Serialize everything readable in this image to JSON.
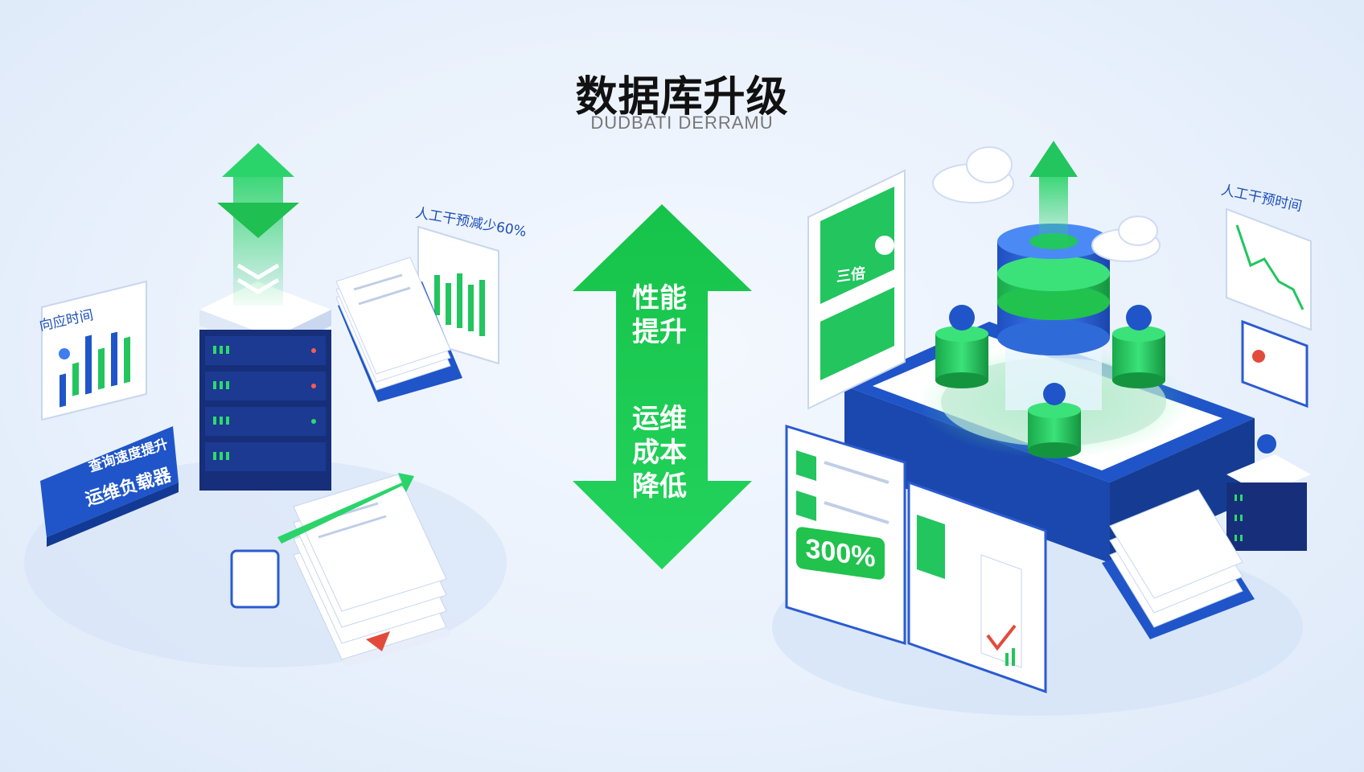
{
  "header": {
    "title": "数据库升级",
    "subtitle": "DUDBATI DERRAMU"
  },
  "left_panel": {
    "chart_label_1": "向应时间",
    "chart_label_2": "人工干预减少60%",
    "sign_line_1": "查询速度提升",
    "sign_line_2": "运维负载器"
  },
  "center_arrow": {
    "top_text_1": "性能",
    "top_text_2": "提升",
    "bottom_text_1": "运维",
    "bottom_text_2": "成本",
    "bottom_text_3": "降低",
    "color": "#22c55e"
  },
  "right_panel": {
    "chart_label": "人工干预时间",
    "green_card_text": "三倍",
    "percent_badge": "300%"
  },
  "colors": {
    "primary_blue": "#1f55c8",
    "accent_green": "#22c55e",
    "background": "#e9f1fc"
  }
}
